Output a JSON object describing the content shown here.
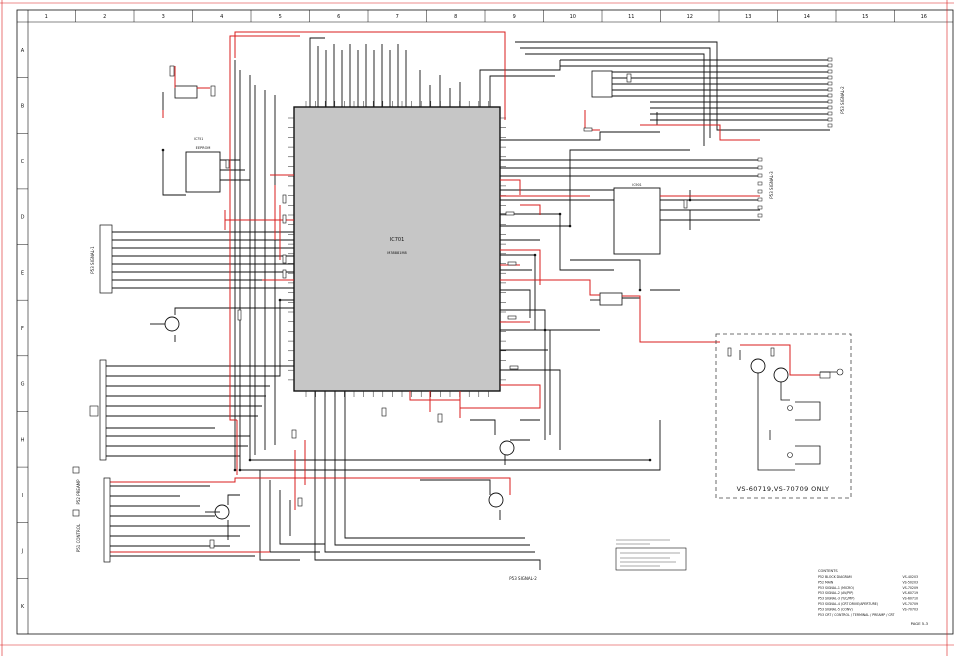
{
  "colors": {
    "wire": "#111111",
    "signal_wire": "#d91c1c",
    "ic_fill": "#c6c6c6",
    "background": "#ffffff"
  },
  "grid": {
    "columns": [
      "1",
      "2",
      "3",
      "4",
      "5",
      "6",
      "7",
      "8",
      "9",
      "10",
      "11",
      "12",
      "13",
      "14",
      "15",
      "16"
    ],
    "rows": [
      "A",
      "B",
      "C",
      "D",
      "E",
      "F",
      "G",
      "H",
      "I",
      "J",
      "K"
    ]
  },
  "main_ic": {
    "ref": "IC701",
    "part": "M38881M8"
  },
  "ic_ref_eeprom": "IC751",
  "ic_ref_right": "IC901",
  "eeprom_label": "EEPROM",
  "connector_labels": {
    "signal_left": "P53 SIGNAL-1",
    "signal_right_top": "P53 SIGNAL-2",
    "signal_right_mid": "P53 SIGNAL-3",
    "signal_bottom": "P53 SIGNAL-2",
    "preamp": "P52 PREAMP",
    "control": "P51 CONTROL"
  },
  "box_annotation": "VS-60719,VS-70709 ONLY",
  "contents": {
    "header": "CONTENTS",
    "rows": [
      {
        "label": "P52 BLOCK DIAGRAM",
        "model": "VS-40203"
      },
      {
        "label": "P52 MAIN",
        "model": "VS-50203"
      },
      {
        "label": "P53 SIGNAL-1 (MICRO)",
        "model": "VS-70209"
      },
      {
        "label": "P53 SIGNAL-2 (AV/PIP)",
        "model": "VS-60719"
      },
      {
        "label": "P53 SIGNAL-3 (Y/C/PIP)",
        "model": "VS-60710"
      },
      {
        "label": "P53 SIGNAL-4 (CRT DRIVE/APERTURE)",
        "model": "VS-70709"
      },
      {
        "label": "P53 SIGNAL-5 (CONV)",
        "model": "VS-70703"
      },
      {
        "label": "P53 CRT / CONTROL / TERMINAL / PREAMP / CRT",
        "model": ""
      }
    ]
  },
  "page_label": "PAGE 5-3"
}
